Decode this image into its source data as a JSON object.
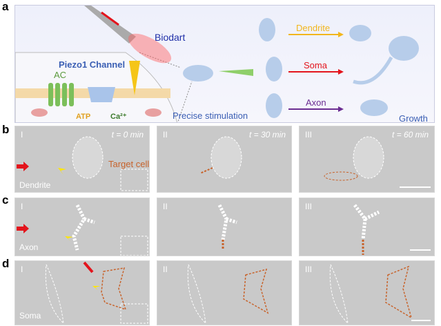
{
  "panel_labels": {
    "a": "a",
    "b": "b",
    "c": "c",
    "d": "d"
  },
  "panel_a": {
    "biodart": "Biodart",
    "piezo": "Piezo1 Channel",
    "ac": "AC",
    "atp": "ATP",
    "ca": "Ca²⁺",
    "precise": "Precise stimulation",
    "dendrite": "Dendrite",
    "soma": "Soma",
    "axon": "Axon",
    "growth": "Growth",
    "colors": {
      "dendrite": "#f2b61c",
      "soma": "#e3141c",
      "axon": "#6a2c91",
      "blue_text": "#3b5fb4"
    }
  },
  "panel_b": {
    "label": "Dendrite",
    "target": "Target cell",
    "frames": [
      {
        "roman": "I",
        "time": "t = 0 min"
      },
      {
        "roman": "II",
        "time": "t = 30 min"
      },
      {
        "roman": "III",
        "time": "t = 60 min"
      }
    ]
  },
  "panel_c": {
    "label": "Axon",
    "frames": [
      {
        "roman": "I"
      },
      {
        "roman": "II"
      },
      {
        "roman": "III"
      }
    ]
  },
  "panel_d": {
    "label": "Soma",
    "frames": [
      {
        "roman": "I"
      },
      {
        "roman": "II"
      },
      {
        "roman": "III"
      }
    ]
  }
}
